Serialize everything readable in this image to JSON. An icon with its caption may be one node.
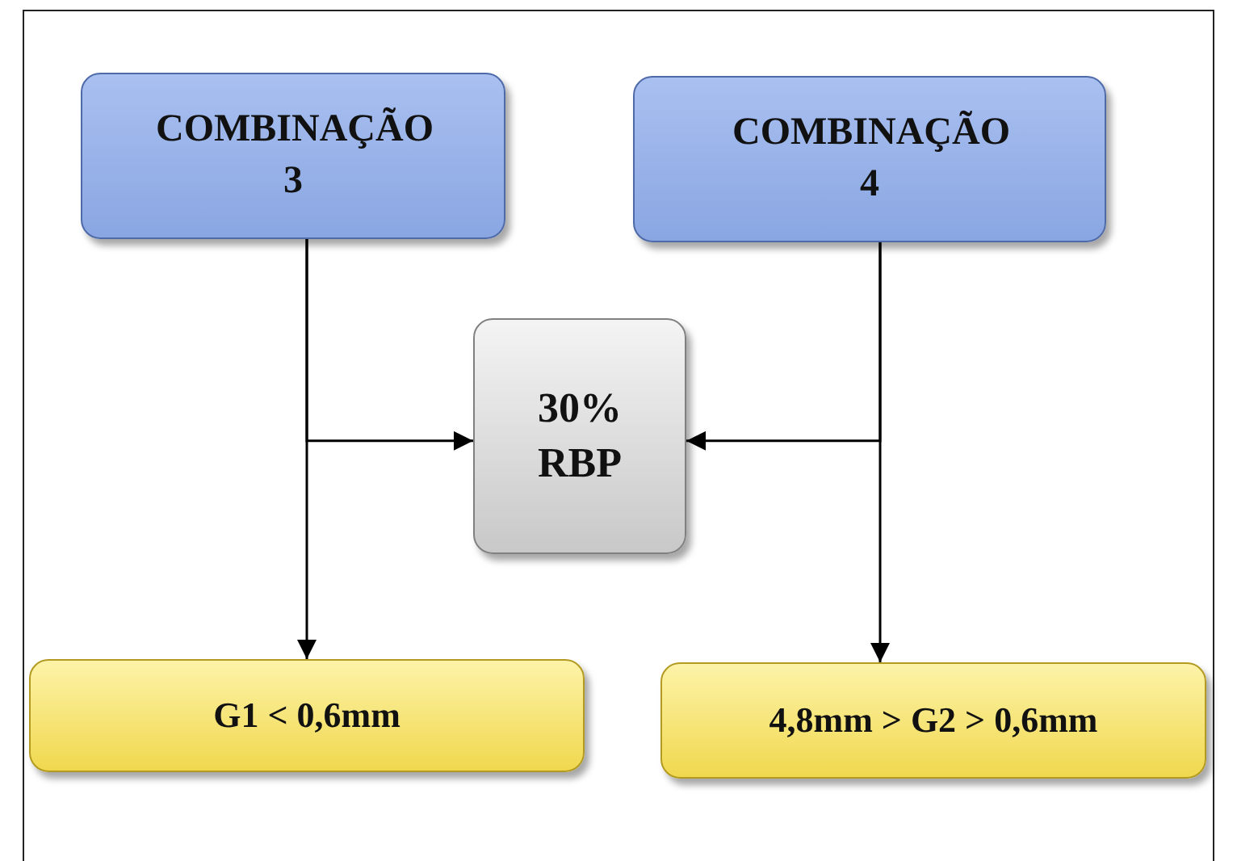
{
  "diagram": {
    "nodes": [
      {
        "text": [
          "COMBINAÇÃO 3"
        ]
      },
      {
        "text": [
          "COMBINAÇÃO 4"
        ]
      },
      {
        "text": [
          "30% RBP"
        ]
      },
      {
        "text": [
          "G1 < 0,6mm"
        ]
      },
      {
        "text": [
          "4,8mm > G2 > 0,6mm"
        ]
      }
    ],
    "edges": [
      {
        "from": 0,
        "to": 2,
        "arrow": "to"
      },
      {
        "from": 0,
        "to": 3,
        "arrow": "to"
      },
      {
        "from": 1,
        "to": 2,
        "arrow": "to"
      },
      {
        "from": 1,
        "to": 4,
        "arrow": "to"
      }
    ]
  }
}
